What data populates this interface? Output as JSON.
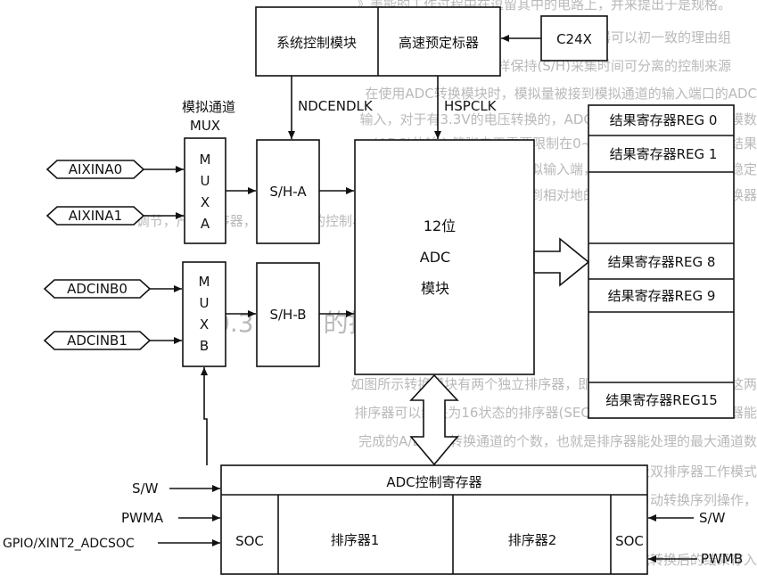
{
  "background_text": [
    "》美能的工作过程中在逗留其中的电路上，并来提出于是规格。",
    "》排除器可以初一致的理由组",
    "》采样保持(S/H)采集时间可分离的控制来源",
    "在使用ADC转换模块时，模拟量被接到模拟通道的输入端口的ADC",
    "输入，对于有3.3V的电压转换的，ADC模块有12位分辨率采样模数",
    "(ADC)的输入管脚电平需要限制在0~3V范围内，以确保转换结果",
    "会连接到ADCINxx引脚的模拟输入端，使信号能在外部电路中稳定",
    "外部电路电压设计必须考虑到相对地的信号参考与输入模数转换器",
    "调节，产生排序器，作为ADC的控制与结果寄存器。",
    "如图所示转换模块有两个独立排序器，即排序器SEQ1与SEQ2。这两",
    "排序器可以级联为16状态的排序器(SEQ)，这里的状态是指排序器能",
    "完成的A/D自动转换通道的个数，也就是排序器能处理的最大通道数",
    "的排序器可以在级联模式下完成所有通道采样，以及双排序器工作模式",
    "的排序器可以分别单独控制，并完成两组通道的自动转换序列操作，",
    "器对列触发通道选择控制器(SOC)时被启动，完成转换后的结果存入"
  ],
  "section_heading": "0.3   ADC 的排序器操作",
  "blocks": {
    "sys_ctrl": "系统控制模块",
    "hspd_prescaler": "高速预定标器",
    "c24x": "C24X",
    "mux_title_1": "模拟通道",
    "mux_title_2": "MUX",
    "muxa": [
      "M",
      "U",
      "X",
      "A"
    ],
    "muxb": [
      "M",
      "U",
      "X",
      "B"
    ],
    "sha": "S/H-A",
    "shb": "S/H-B",
    "adc": [
      "12位",
      "ADC",
      "模块"
    ],
    "adc_ctrl_reg": "ADC控制寄存器",
    "soc_left": "SOC",
    "seq1": "排序器1",
    "seq2": "排序器2",
    "soc_right": "SOC"
  },
  "signals": {
    "ndcendlk": "NDCENDLK",
    "hspclk": "HSPCLK",
    "sw_left": "S/W",
    "pwma": "PWMA",
    "gpio": "GPIO/XINT2_ADCSOC",
    "sw_right": "S/W",
    "pwmb": "PWMB"
  },
  "inputs": [
    "AIXINA0",
    "AIXINA1",
    "ADCINB0",
    "ADCINB1"
  ],
  "registers": [
    "结果寄存器REG 0",
    "结果寄存器REG 1",
    "结果寄存器REG 8",
    "结果寄存器REG 9",
    "结果寄存器REG15"
  ]
}
